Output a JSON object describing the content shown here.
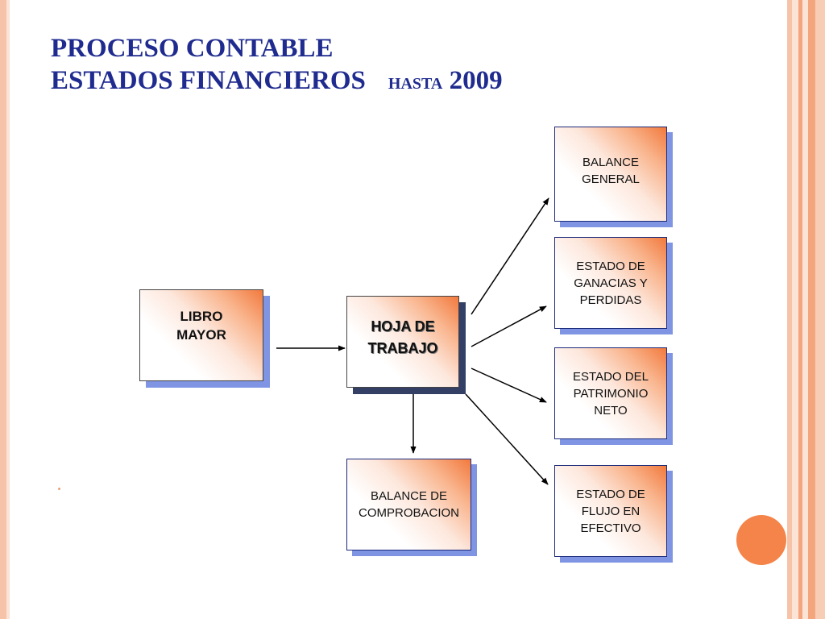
{
  "title": {
    "line1": "PROCESO CONTABLE",
    "line2": "ESTADOS FINANCIEROS",
    "line2_suffix": "hasta",
    "line2_year": "2009"
  },
  "diagram": {
    "libro_mayor": "LIBRO\nMAYOR",
    "hoja_trabajo": "HOJA DE\nTRABAJO",
    "balance_comprobacion": "BALANCE DE\nCOMPROBACION",
    "balance_general": "BALANCE\nGENERAL",
    "estado_ganancias": "ESTADO  DE\nGANACIAS Y\nPERDIDAS",
    "estado_patrimonio": "ESTADO DEL\nPATRIMONIO\nNETO",
    "estado_flujo": "ESTADO DE\nFLUJO EN\nEFECTIVO"
  },
  "colors": {
    "title": "#1f2b8f",
    "accent_orange": "#f4844a",
    "box_shadow": "#7f95e3"
  }
}
